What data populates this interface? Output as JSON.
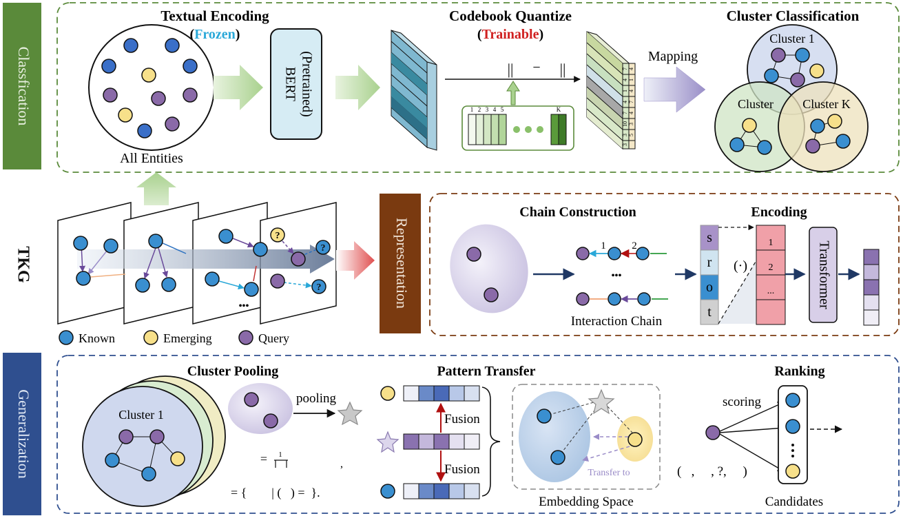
{
  "colors": {
    "classification": "#5a8a3a",
    "representation": "#7a3a10",
    "generalization": "#2f4f8f",
    "known": "#3a8fd0",
    "emerging": "#f7e08a",
    "query": "#8a6aa8",
    "frozen": "#2aa8d8",
    "trainable": "#d02020"
  },
  "side_labels": {
    "classification": "Classfication",
    "representation": "Representation",
    "generalization": "Generalization",
    "tkg": "TKG"
  },
  "top": {
    "textual_encoding": "Textual Encoding",
    "frozen": "Frozen",
    "all_entities": "All Entities",
    "bert_line1": "BERT",
    "bert_line2": "(Pretrained)",
    "codebook_quantize": "Codebook Quantize",
    "trainable": "Trainable",
    "codebook_numbers": [
      "1",
      "2",
      "3",
      "4",
      "5",
      "K"
    ],
    "codebook_ops": [
      "||",
      "−",
      "||"
    ],
    "mapping": "Mapping",
    "index_col1": [
      "7",
      "4",
      "1",
      "4",
      "7",
      "10",
      "3",
      "3"
    ],
    "index_col2": [
      "4",
      "1",
      "4",
      "7",
      "4",
      "3",
      "5"
    ],
    "cluster_classification": "Cluster Classification",
    "cluster_1": "Cluster 1",
    "cluster_mid": "Cluster",
    "cluster_k": "Cluster K"
  },
  "middle": {
    "dots": "•••",
    "q": "?",
    "chain_construction": "Chain Construction",
    "chain_num1": "1",
    "chain_num2": "2",
    "chain_dots": "•••",
    "interaction_chain": "Interaction Chain",
    "encoding": "Encoding",
    "sroT": [
      "s",
      "r",
      "o",
      "t"
    ],
    "phi": "(·)",
    "enc_cells": [
      "1",
      "2",
      "..."
    ],
    "transformer": "Transformer",
    "legend": [
      "Known",
      "Emerging",
      "Query"
    ]
  },
  "bottom": {
    "cluster_pooling": "Cluster Pooling",
    "cluster_1": "Cluster 1",
    "pooling": "pooling",
    "formula1_eq": "=",
    "formula1_num": "1",
    "formula2": "= {        | (   ) =  }.",
    "comma": ",",
    "pattern_transfer": "Pattern Transfer",
    "fusion": "Fusion",
    "embedding_space": "Embedding Space",
    "transfer_to": "Transfer to",
    "ranking": "Ranking",
    "scoring": "scoring",
    "query_tuple": "(   ,     , ?,     )",
    "candidates": "Candidates"
  }
}
